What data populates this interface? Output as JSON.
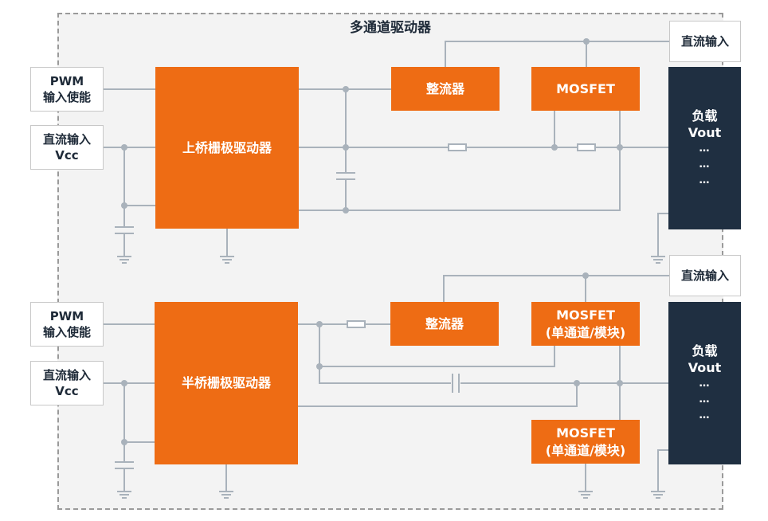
{
  "title": "多通道驱动器",
  "top": {
    "pwm_input": "PWM\n输入使能",
    "dc_vcc_input": "直流输入\nVcc",
    "driver": "上桥栅极驱动器",
    "rectifier": "整流器",
    "mosfet": "MOSFET",
    "dc_input": "直流输入",
    "load_title": "负载",
    "load_vout": "Vout",
    "load_dots": [
      "…",
      "…",
      "…"
    ]
  },
  "bottom": {
    "pwm_input": "PWM\n输入使能",
    "dc_vcc_input": "直流输入\nVcc",
    "driver": "半桥栅极驱动器",
    "rectifier": "整流器",
    "mosfet_1": "MOSFET\n(单通道/模块)",
    "mosfet_2": "MOSFET\n(单通道/模块)",
    "dc_input": "直流输入",
    "load_title": "负载",
    "load_vout": "Vout",
    "load_dots": [
      "…",
      "…",
      "…"
    ]
  },
  "colors": {
    "block": "#ee6c14",
    "load": "#1f2f41",
    "wire": "#a9b2bb",
    "frame_bg": "#f3f3f3"
  }
}
